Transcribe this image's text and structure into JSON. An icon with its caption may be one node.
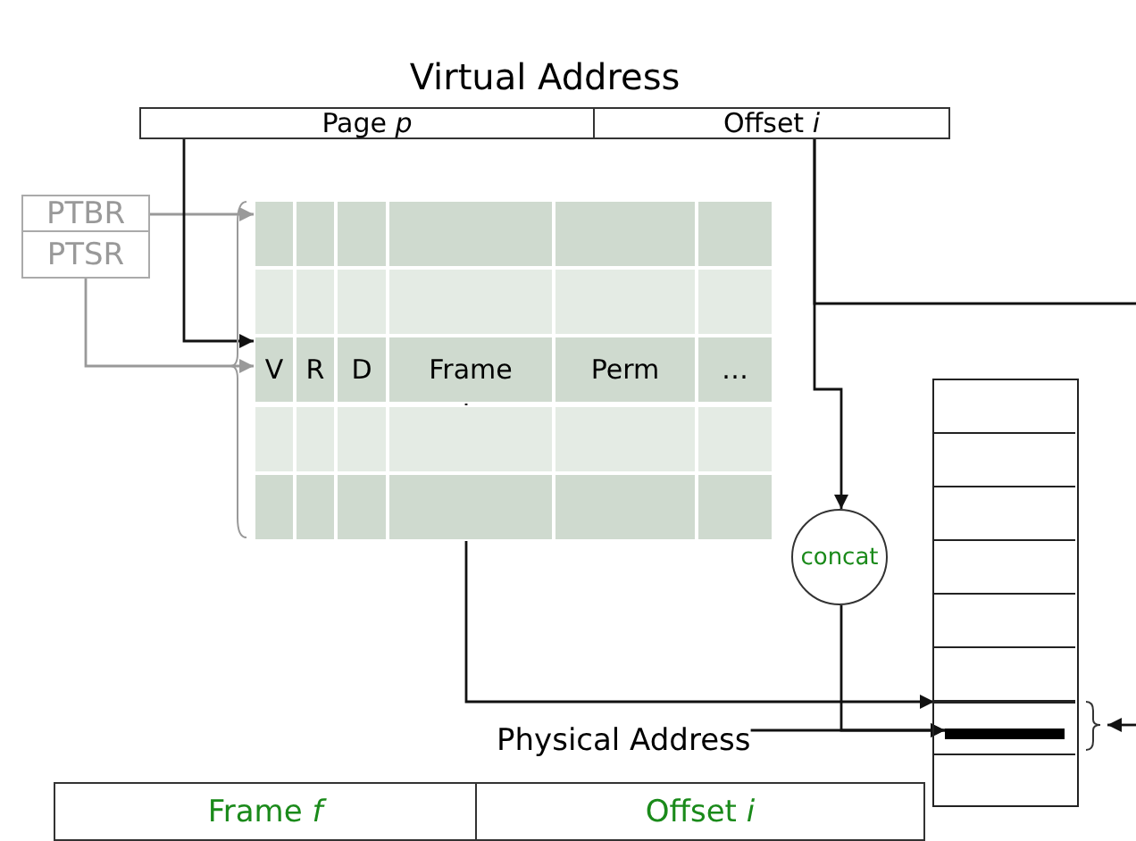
{
  "diagram": {
    "nodes": [
      {
        "text": [
          "Virtual Address"
        ]
      },
      {
        "text": [
          "Page *p*"
        ],
        "in": 0
      },
      {
        "text": [
          "Offset *i*"
        ],
        "in": 0
      },
      {
        "text": [
          "PTBR"
        ]
      },
      {
        "text": [
          "PTSR"
        ]
      },
      {
        "text": [],
        "shape": "box"
      },
      {
        "text": [
          "V",
          "R",
          "D",
          "Frame",
          "Perm",
          "…"
        ],
        "in": 5
      },
      {
        "text": [
          "concat"
        ]
      },
      {
        "text": [],
        "shape": "box"
      },
      {
        "text": [],
        "shape": "box",
        "in": 8
      },
      {
        "text": [],
        "shape": "bar",
        "in": 9
      },
      {
        "text": [
          "Physical Address"
        ]
      },
      {
        "text": [
          "Frame *f*"
        ],
        "in": 11
      },
      {
        "text": [
          "Offset *i*"
        ],
        "in": 11
      }
    ],
    "edges": [
      {
        "from": 3,
        "to": 5,
        "arrow": "to",
        "color": "#999999"
      },
      {
        "from": 4,
        "to": 5,
        "arrow": "to",
        "color": "#999999"
      },
      {
        "from": 1,
        "to": 6,
        "arrow": "to"
      },
      {
        "from": 2,
        "to": 7,
        "arrow": "to"
      },
      {
        "from": 2,
        "to": null,
        "arrow": "none"
      },
      {
        "from": 6,
        "to": 9,
        "arrow": "to"
      },
      {
        "from": 7,
        "to": 10,
        "arrow": "to"
      },
      {
        "from": 11,
        "to": 10,
        "arrow": "to"
      },
      {
        "from": null,
        "to": 9,
        "arrow": "to"
      }
    ]
  }
}
